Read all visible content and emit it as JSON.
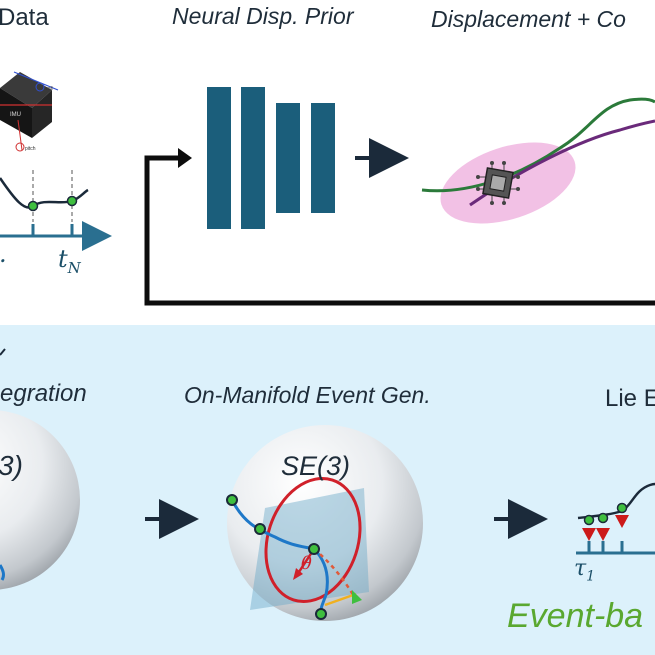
{
  "top": {
    "data_label": "Data",
    "prior_label": "Neural Disp. Prior",
    "displacement_label": "Displacement + Co",
    "imu_label": "IMU",
    "imu_roll": "roll",
    "imu_pitch": "pitch",
    "time_label": "t",
    "time_sub": "N",
    "dot_label": "."
  },
  "bottom": {
    "integration_label": "egration",
    "integration_group": "3)",
    "event_gen_label": "On-Manifold Event Gen.",
    "event_gen_group": "SE(3)",
    "theta": "θ",
    "lie_label": "Lie E",
    "tau_label": "τ",
    "tau_sub": "1",
    "event_based_label": "Event-ba"
  },
  "colors": {
    "prior_bars": "#1b5e7b",
    "arrow": "#1b2a3a",
    "curve_green": "#2b7a3a",
    "curve_purple": "#6a2a7a",
    "ellipse_pink": "#f0b6e0",
    "panel_bg": "#dcf1fb",
    "circle_red": "#d0202a",
    "event_green": "#5aa830",
    "marker_red": "#cc1a1a",
    "dot_green": "#3fbf3f",
    "timeline": "#2a6f90"
  },
  "icons": [
    "chip-icon",
    "imu-box-icon",
    "arrow-right-icon",
    "feedback-loop-arrow"
  ]
}
